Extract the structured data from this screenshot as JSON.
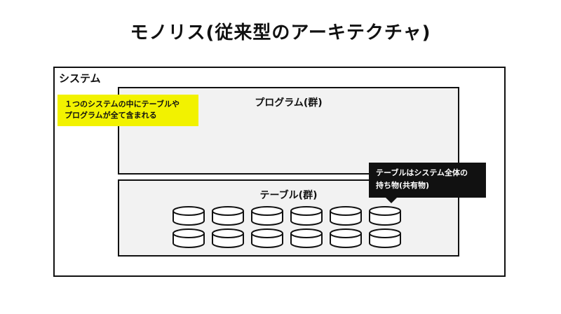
{
  "title": "モノリス(従来型のアーキテクチャ)",
  "system": {
    "label": "システム"
  },
  "program_group": {
    "label": "プログラム(群)"
  },
  "table_group": {
    "label": "テーブル(群)",
    "rows": 2,
    "per_row": 6
  },
  "note_yellow": {
    "line1": "１つのシステムの中にテーブルや",
    "line2": "プログラムが全て含まれる",
    "color": "#f2f200"
  },
  "note_black": {
    "line1": "テーブルはシステム全体の",
    "line2": "持ち物(共有物)",
    "color": "#111111"
  },
  "colors": {
    "box_fill": "#f2f2f2",
    "stroke": "#111111"
  }
}
